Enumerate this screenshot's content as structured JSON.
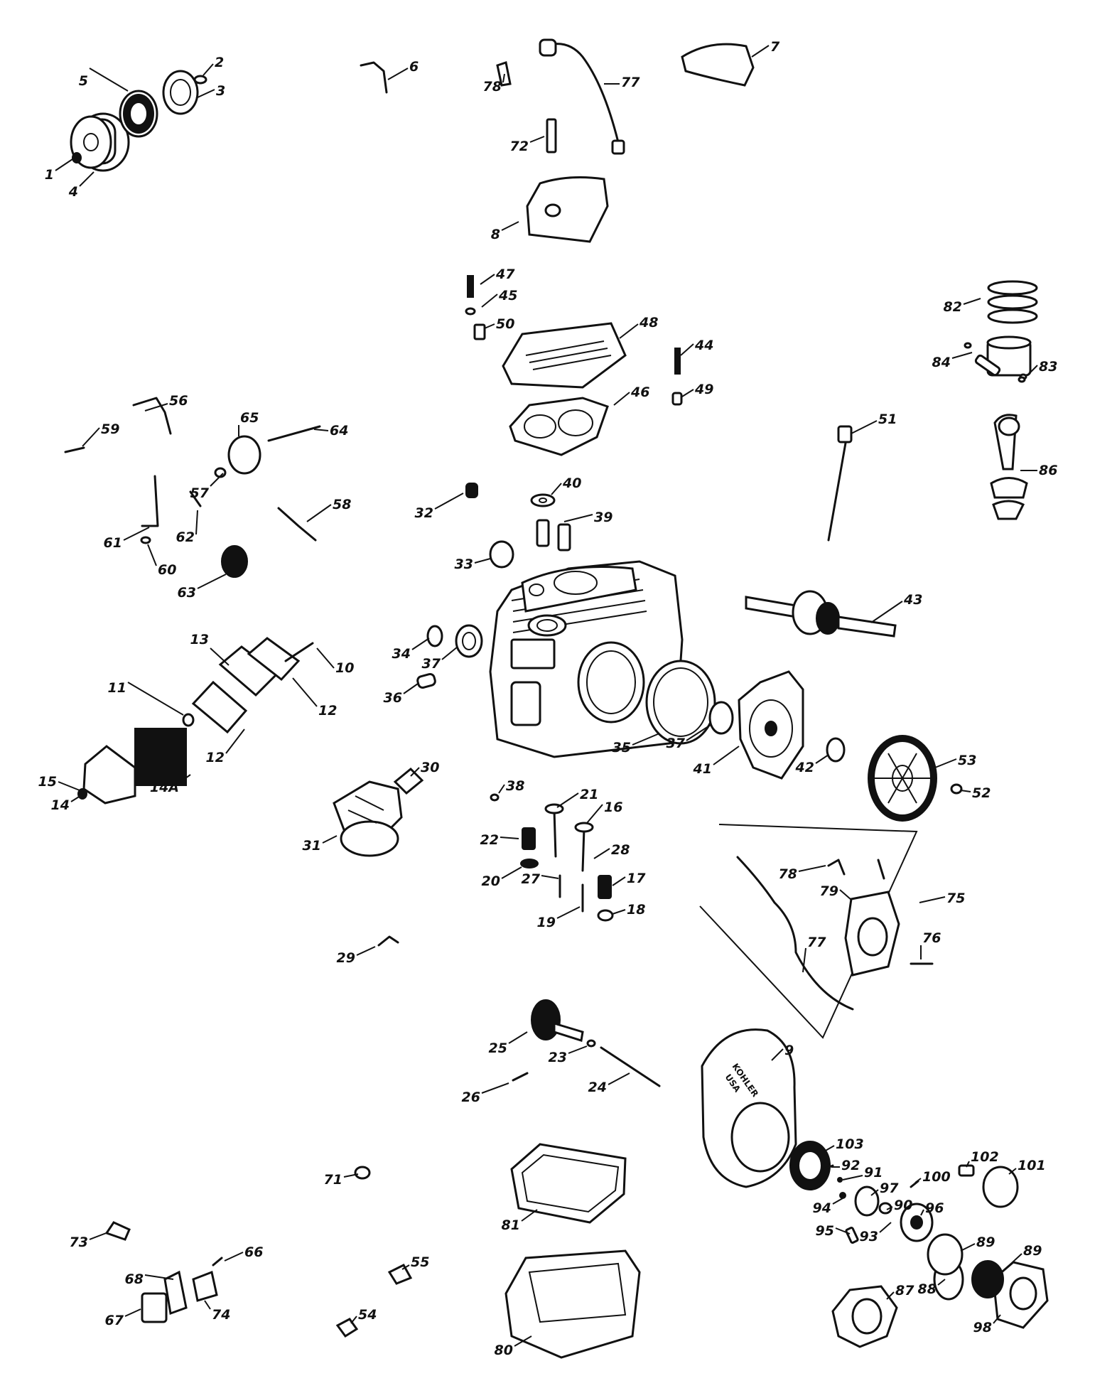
{
  "diagram": {
    "parts": [
      {
        "id": "p1",
        "label": "1"
      },
      {
        "id": "p2",
        "label": "2"
      },
      {
        "id": "p3",
        "label": "3"
      },
      {
        "id": "p4",
        "label": "4"
      },
      {
        "id": "p5",
        "label": "5"
      },
      {
        "id": "p6",
        "label": "6"
      },
      {
        "id": "p7",
        "label": "7"
      },
      {
        "id": "p8",
        "label": "8"
      },
      {
        "id": "p9",
        "label": "9"
      },
      {
        "id": "p10",
        "label": "10"
      },
      {
        "id": "p11",
        "label": "11"
      },
      {
        "id": "p12a",
        "label": "12"
      },
      {
        "id": "p12b",
        "label": "12"
      },
      {
        "id": "p13",
        "label": "13"
      },
      {
        "id": "p14",
        "label": "14"
      },
      {
        "id": "p14a",
        "label": "14A"
      },
      {
        "id": "p15",
        "label": "15"
      },
      {
        "id": "p16",
        "label": "16"
      },
      {
        "id": "p17",
        "label": "17"
      },
      {
        "id": "p18",
        "label": "18"
      },
      {
        "id": "p19",
        "label": "19"
      },
      {
        "id": "p20",
        "label": "20"
      },
      {
        "id": "p21",
        "label": "21"
      },
      {
        "id": "p22",
        "label": "22"
      },
      {
        "id": "p23",
        "label": "23"
      },
      {
        "id": "p24",
        "label": "24"
      },
      {
        "id": "p25",
        "label": "25"
      },
      {
        "id": "p26",
        "label": "26"
      },
      {
        "id": "p27",
        "label": "27"
      },
      {
        "id": "p28",
        "label": "28"
      },
      {
        "id": "p29",
        "label": "29"
      },
      {
        "id": "p30",
        "label": "30"
      },
      {
        "id": "p31",
        "label": "31"
      },
      {
        "id": "p32",
        "label": "32"
      },
      {
        "id": "p33",
        "label": "33"
      },
      {
        "id": "p34",
        "label": "34"
      },
      {
        "id": "p35",
        "label": "35"
      },
      {
        "id": "p36",
        "label": "36"
      },
      {
        "id": "p37a",
        "label": "37"
      },
      {
        "id": "p37b",
        "label": "37"
      },
      {
        "id": "p38",
        "label": "38"
      },
      {
        "id": "p39",
        "label": "39"
      },
      {
        "id": "p40",
        "label": "40"
      },
      {
        "id": "p41",
        "label": "41"
      },
      {
        "id": "p42",
        "label": "42"
      },
      {
        "id": "p43",
        "label": "43"
      },
      {
        "id": "p44",
        "label": "44"
      },
      {
        "id": "p45",
        "label": "45"
      },
      {
        "id": "p46",
        "label": "46"
      },
      {
        "id": "p47",
        "label": "47"
      },
      {
        "id": "p48",
        "label": "48"
      },
      {
        "id": "p49",
        "label": "49"
      },
      {
        "id": "p50",
        "label": "50"
      },
      {
        "id": "p51",
        "label": "51"
      },
      {
        "id": "p52",
        "label": "52"
      },
      {
        "id": "p53",
        "label": "53"
      },
      {
        "id": "p54",
        "label": "54"
      },
      {
        "id": "p55",
        "label": "55"
      },
      {
        "id": "p56",
        "label": "56"
      },
      {
        "id": "p57",
        "label": "57"
      },
      {
        "id": "p58",
        "label": "58"
      },
      {
        "id": "p59",
        "label": "59"
      },
      {
        "id": "p60",
        "label": "60"
      },
      {
        "id": "p61",
        "label": "61"
      },
      {
        "id": "p62",
        "label": "62"
      },
      {
        "id": "p63",
        "label": "63"
      },
      {
        "id": "p64",
        "label": "64"
      },
      {
        "id": "p65",
        "label": "65"
      },
      {
        "id": "p66",
        "label": "66"
      },
      {
        "id": "p67",
        "label": "67"
      },
      {
        "id": "p68",
        "label": "68"
      },
      {
        "id": "p71",
        "label": "71"
      },
      {
        "id": "p72",
        "label": "72"
      },
      {
        "id": "p73",
        "label": "73"
      },
      {
        "id": "p74",
        "label": "74"
      },
      {
        "id": "p75",
        "label": "75"
      },
      {
        "id": "p76",
        "label": "76"
      },
      {
        "id": "p77a",
        "label": "77"
      },
      {
        "id": "p77b",
        "label": "77"
      },
      {
        "id": "p78a",
        "label": "78"
      },
      {
        "id": "p78b",
        "label": "78"
      },
      {
        "id": "p79",
        "label": "79"
      },
      {
        "id": "p80",
        "label": "80"
      },
      {
        "id": "p81",
        "label": "81"
      },
      {
        "id": "p82",
        "label": "82"
      },
      {
        "id": "p83",
        "label": "83"
      },
      {
        "id": "p84",
        "label": "84"
      },
      {
        "id": "p86",
        "label": "86"
      },
      {
        "id": "p87",
        "label": "87"
      },
      {
        "id": "p88",
        "label": "88"
      },
      {
        "id": "p89a",
        "label": "89"
      },
      {
        "id": "p89b",
        "label": "89"
      },
      {
        "id": "p90",
        "label": "90"
      },
      {
        "id": "p91",
        "label": "91"
      },
      {
        "id": "p92",
        "label": "92"
      },
      {
        "id": "p93",
        "label": "93"
      },
      {
        "id": "p94",
        "label": "94"
      },
      {
        "id": "p95",
        "label": "95"
      },
      {
        "id": "p96",
        "label": "96"
      },
      {
        "id": "p97",
        "label": "97"
      },
      {
        "id": "p98",
        "label": "98"
      },
      {
        "id": "p100",
        "label": "100"
      },
      {
        "id": "p101",
        "label": "101"
      },
      {
        "id": "p102",
        "label": "102"
      },
      {
        "id": "p103",
        "label": "103"
      }
    ],
    "shroud_text": {
      "line1": "KOHLER",
      "line2": "USA"
    }
  }
}
